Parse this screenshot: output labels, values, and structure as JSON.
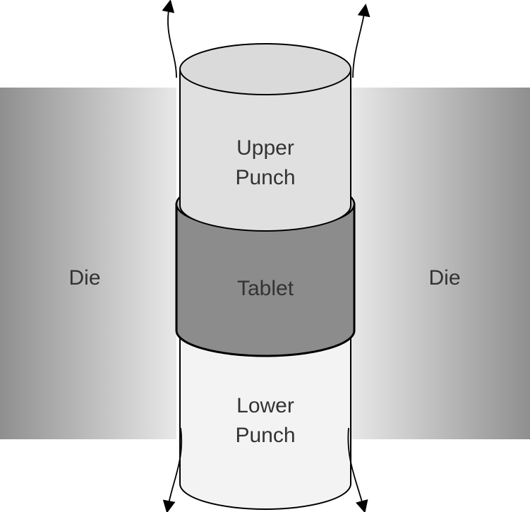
{
  "labels": {
    "die_left": "Die",
    "die_right": "Die",
    "upper_punch": [
      "Upper",
      "Punch"
    ],
    "tablet": "Tablet",
    "lower_punch": [
      "Lower",
      "Punch"
    ]
  },
  "colors": {
    "die_dark": "#8f8f8f",
    "die_light": "#e8e8e8",
    "upper_punch": "#e0e0e0",
    "tablet": "#8c8c8c",
    "lower_punch": "#f3f3f3",
    "outline": "#000000",
    "text": "#333333"
  },
  "icons": {
    "flow_arrows": "curved-arrow-icon"
  }
}
